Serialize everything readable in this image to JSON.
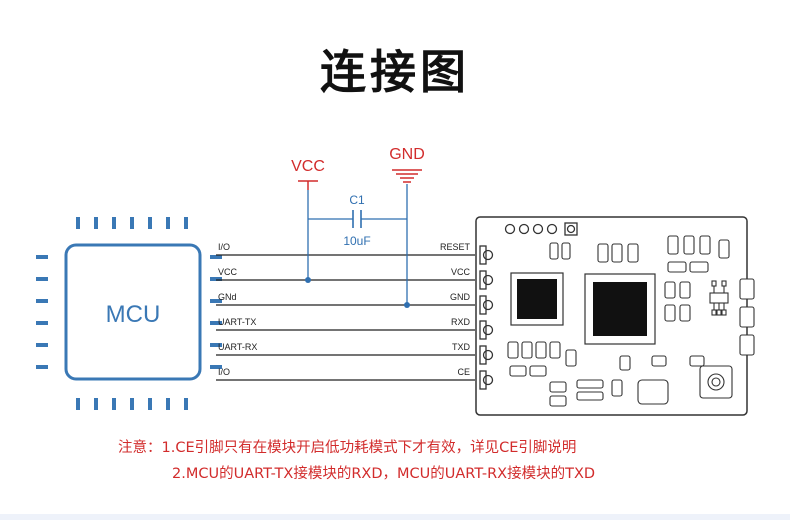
{
  "title": "连接图",
  "mcu": {
    "label": "MCU"
  },
  "power": {
    "vcc": "VCC",
    "gnd": "GND"
  },
  "capacitor": {
    "name": "C1",
    "value": "10uF"
  },
  "mcu_pins": [
    "I/O",
    "VCC",
    "GNd",
    "UART-TX",
    "UART-RX",
    "I/O"
  ],
  "module_pins": [
    "RESET",
    "VCC",
    "GND",
    "RXD",
    "TXD",
    "CE"
  ],
  "notes": [
    "注意：1.CE引脚只有在模块开启低功耗模式下才有效，详见CE引脚说明",
    "2.MCU的UART-TX接模块的RXD，MCU的UART-RX接模块的TXD"
  ],
  "colors": {
    "mcu_blue": "#3a78b5",
    "power_red": "#d22c2c",
    "wire": "#222222",
    "cap_blue": "#2f6fb0"
  }
}
